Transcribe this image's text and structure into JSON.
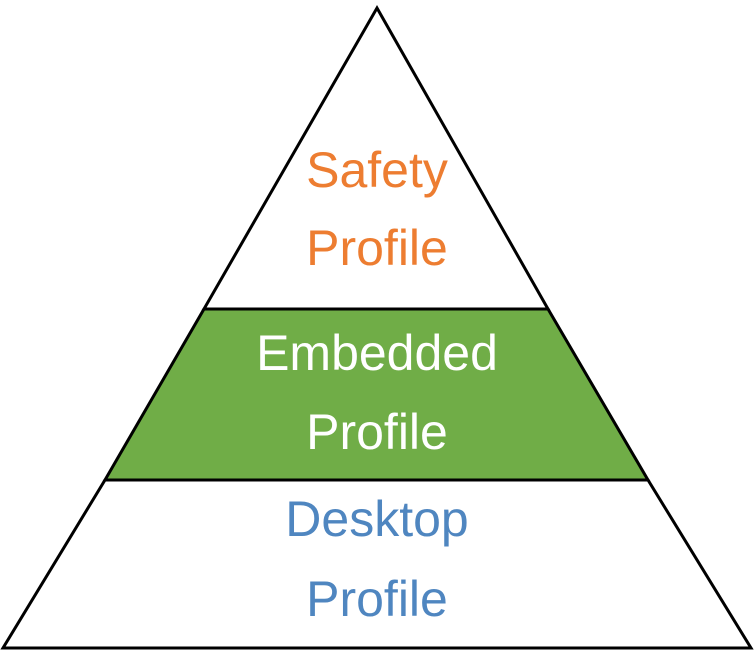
{
  "diagram": {
    "type": "pyramid",
    "tiers": [
      {
        "id": "safety",
        "lines": [
          "Safety",
          "Profile"
        ],
        "text_color": "#ED7D31",
        "fill_color": "#FFFFFF"
      },
      {
        "id": "embedded",
        "lines": [
          "Embedded",
          "Profile"
        ],
        "text_color": "#FFFFFF",
        "fill_color": "#70AD47"
      },
      {
        "id": "desktop",
        "lines": [
          "Desktop",
          "Profile"
        ],
        "text_color": "#4F86C0",
        "fill_color": "#FFFFFF"
      }
    ],
    "outline_color": "#000000"
  }
}
